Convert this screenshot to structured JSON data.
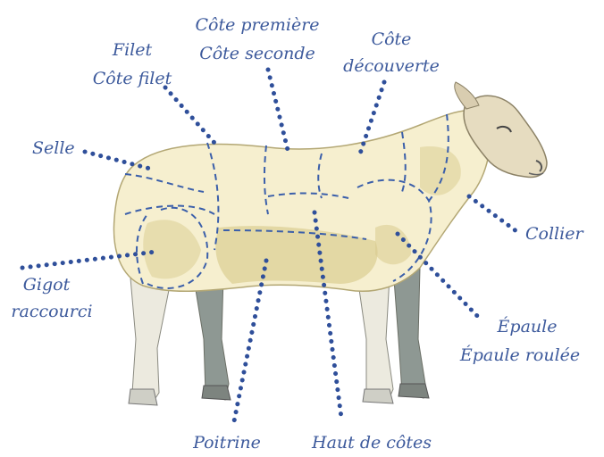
{
  "labels": {
    "cote_premiere": "Côte première",
    "cote_seconde": "Côte seconde",
    "cote_decouverte_1": "Côte",
    "cote_decouverte_2": "découverte",
    "filet": "Filet",
    "cote_filet": "Côte filet",
    "selle": "Selle",
    "collier": "Collier",
    "gigot_1": "Gigot",
    "gigot_2": "raccourci",
    "epaule": "Épaule",
    "epaule_roulee": "Épaule roulée",
    "poitrine": "Poitrine",
    "haut_de_cotes": "Haut de côtes"
  },
  "colors": {
    "label_blue": "#3d5a9c",
    "leader_blue": "#2f4f9a",
    "wool": "#f6efcf",
    "wool_shade": "#d8cb8e",
    "leg_grey": "#9aa39e",
    "face": "#e6dcc0"
  },
  "icons": {
    "illustration": "sheep-illustration"
  }
}
